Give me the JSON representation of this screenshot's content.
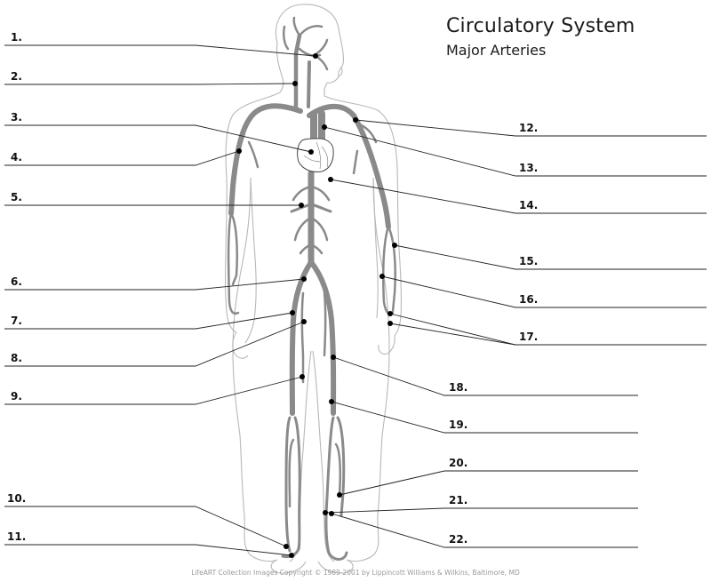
{
  "header": {
    "title": "Circulatory System",
    "subtitle": "Major Arteries"
  },
  "footer": {
    "credit": "LifeART Collection Images Copyright © 1989-2001 by Lippincott Williams & Wilkins, Baltimore, MD"
  },
  "colors": {
    "artery": "#8a8a8a",
    "outline": "#b5b5b5",
    "leader": "#222222",
    "dot": "#000000"
  },
  "labels": {
    "left": [
      {
        "num": "1.",
        "answer": ""
      },
      {
        "num": "2.",
        "answer": ""
      },
      {
        "num": "3.",
        "answer": ""
      },
      {
        "num": "4.",
        "answer": ""
      },
      {
        "num": "5.",
        "answer": ""
      },
      {
        "num": "6.",
        "answer": ""
      },
      {
        "num": "7.",
        "answer": ""
      },
      {
        "num": "8.",
        "answer": ""
      },
      {
        "num": "9.",
        "answer": ""
      },
      {
        "num": "10.",
        "answer": ""
      },
      {
        "num": "11.",
        "answer": ""
      }
    ],
    "right": [
      {
        "num": "12.",
        "answer": ""
      },
      {
        "num": "13.",
        "answer": ""
      },
      {
        "num": "14.",
        "answer": ""
      },
      {
        "num": "15.",
        "answer": ""
      },
      {
        "num": "16.",
        "answer": ""
      },
      {
        "num": "17.",
        "answer": ""
      },
      {
        "num": "18.",
        "answer": ""
      },
      {
        "num": "19.",
        "answer": ""
      },
      {
        "num": "20.",
        "answer": ""
      },
      {
        "num": "21.",
        "answer": ""
      },
      {
        "num": "22.",
        "answer": ""
      }
    ]
  }
}
